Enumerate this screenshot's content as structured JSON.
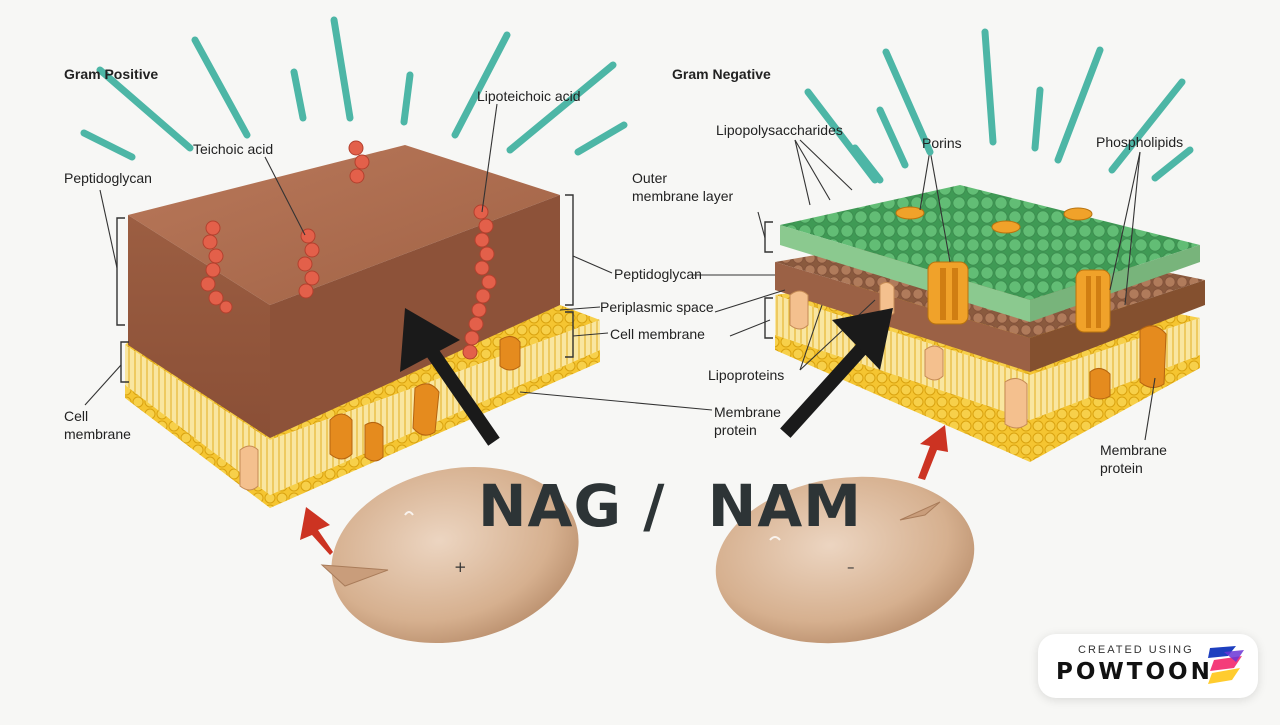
{
  "gram_positive": {
    "title": "Gram Positive",
    "labels": {
      "peptidoglycan": "Peptidoglycan",
      "teichoic_acid": "Teichoic acid",
      "lipoteichoic_acid": "Lipoteichoic acid",
      "cell_membrane_1": "Cell",
      "cell_membrane_2": "membrane"
    },
    "cell_charge": "+"
  },
  "gram_negative": {
    "title": "Gram Negative",
    "labels": {
      "lipopolysaccharides": "Lipopolysaccharides",
      "porins": "Porins",
      "phospholipids": "Phospholipids",
      "outer_membrane_1": "Outer",
      "outer_membrane_2": "membrane layer",
      "lipoproteins": "Lipoproteins",
      "membrane_protein_1": "Membrane",
      "membrane_protein_2": "protein"
    },
    "cell_charge": "–"
  },
  "shared_labels": {
    "peptidoglycan": "Peptidoglycan",
    "periplasmic_space": "Periplasmic space",
    "cell_membrane": "Cell membrane",
    "membrane_protein_1": "Membrane",
    "membrane_protein_2": "protein"
  },
  "overlay_text": "NAG /  NAM",
  "badge": {
    "small": "CREATED USING",
    "brand": "POWTOON"
  },
  "colors": {
    "accent_strokes": "#4db6a6",
    "arrow": "#1a1a1a",
    "peptidoglycan": "#a9694a",
    "membrane": "#f2c22e",
    "outer_membrane": "#57b36a",
    "red_arrow": "#c8321f",
    "cell": "#d8b596"
  }
}
